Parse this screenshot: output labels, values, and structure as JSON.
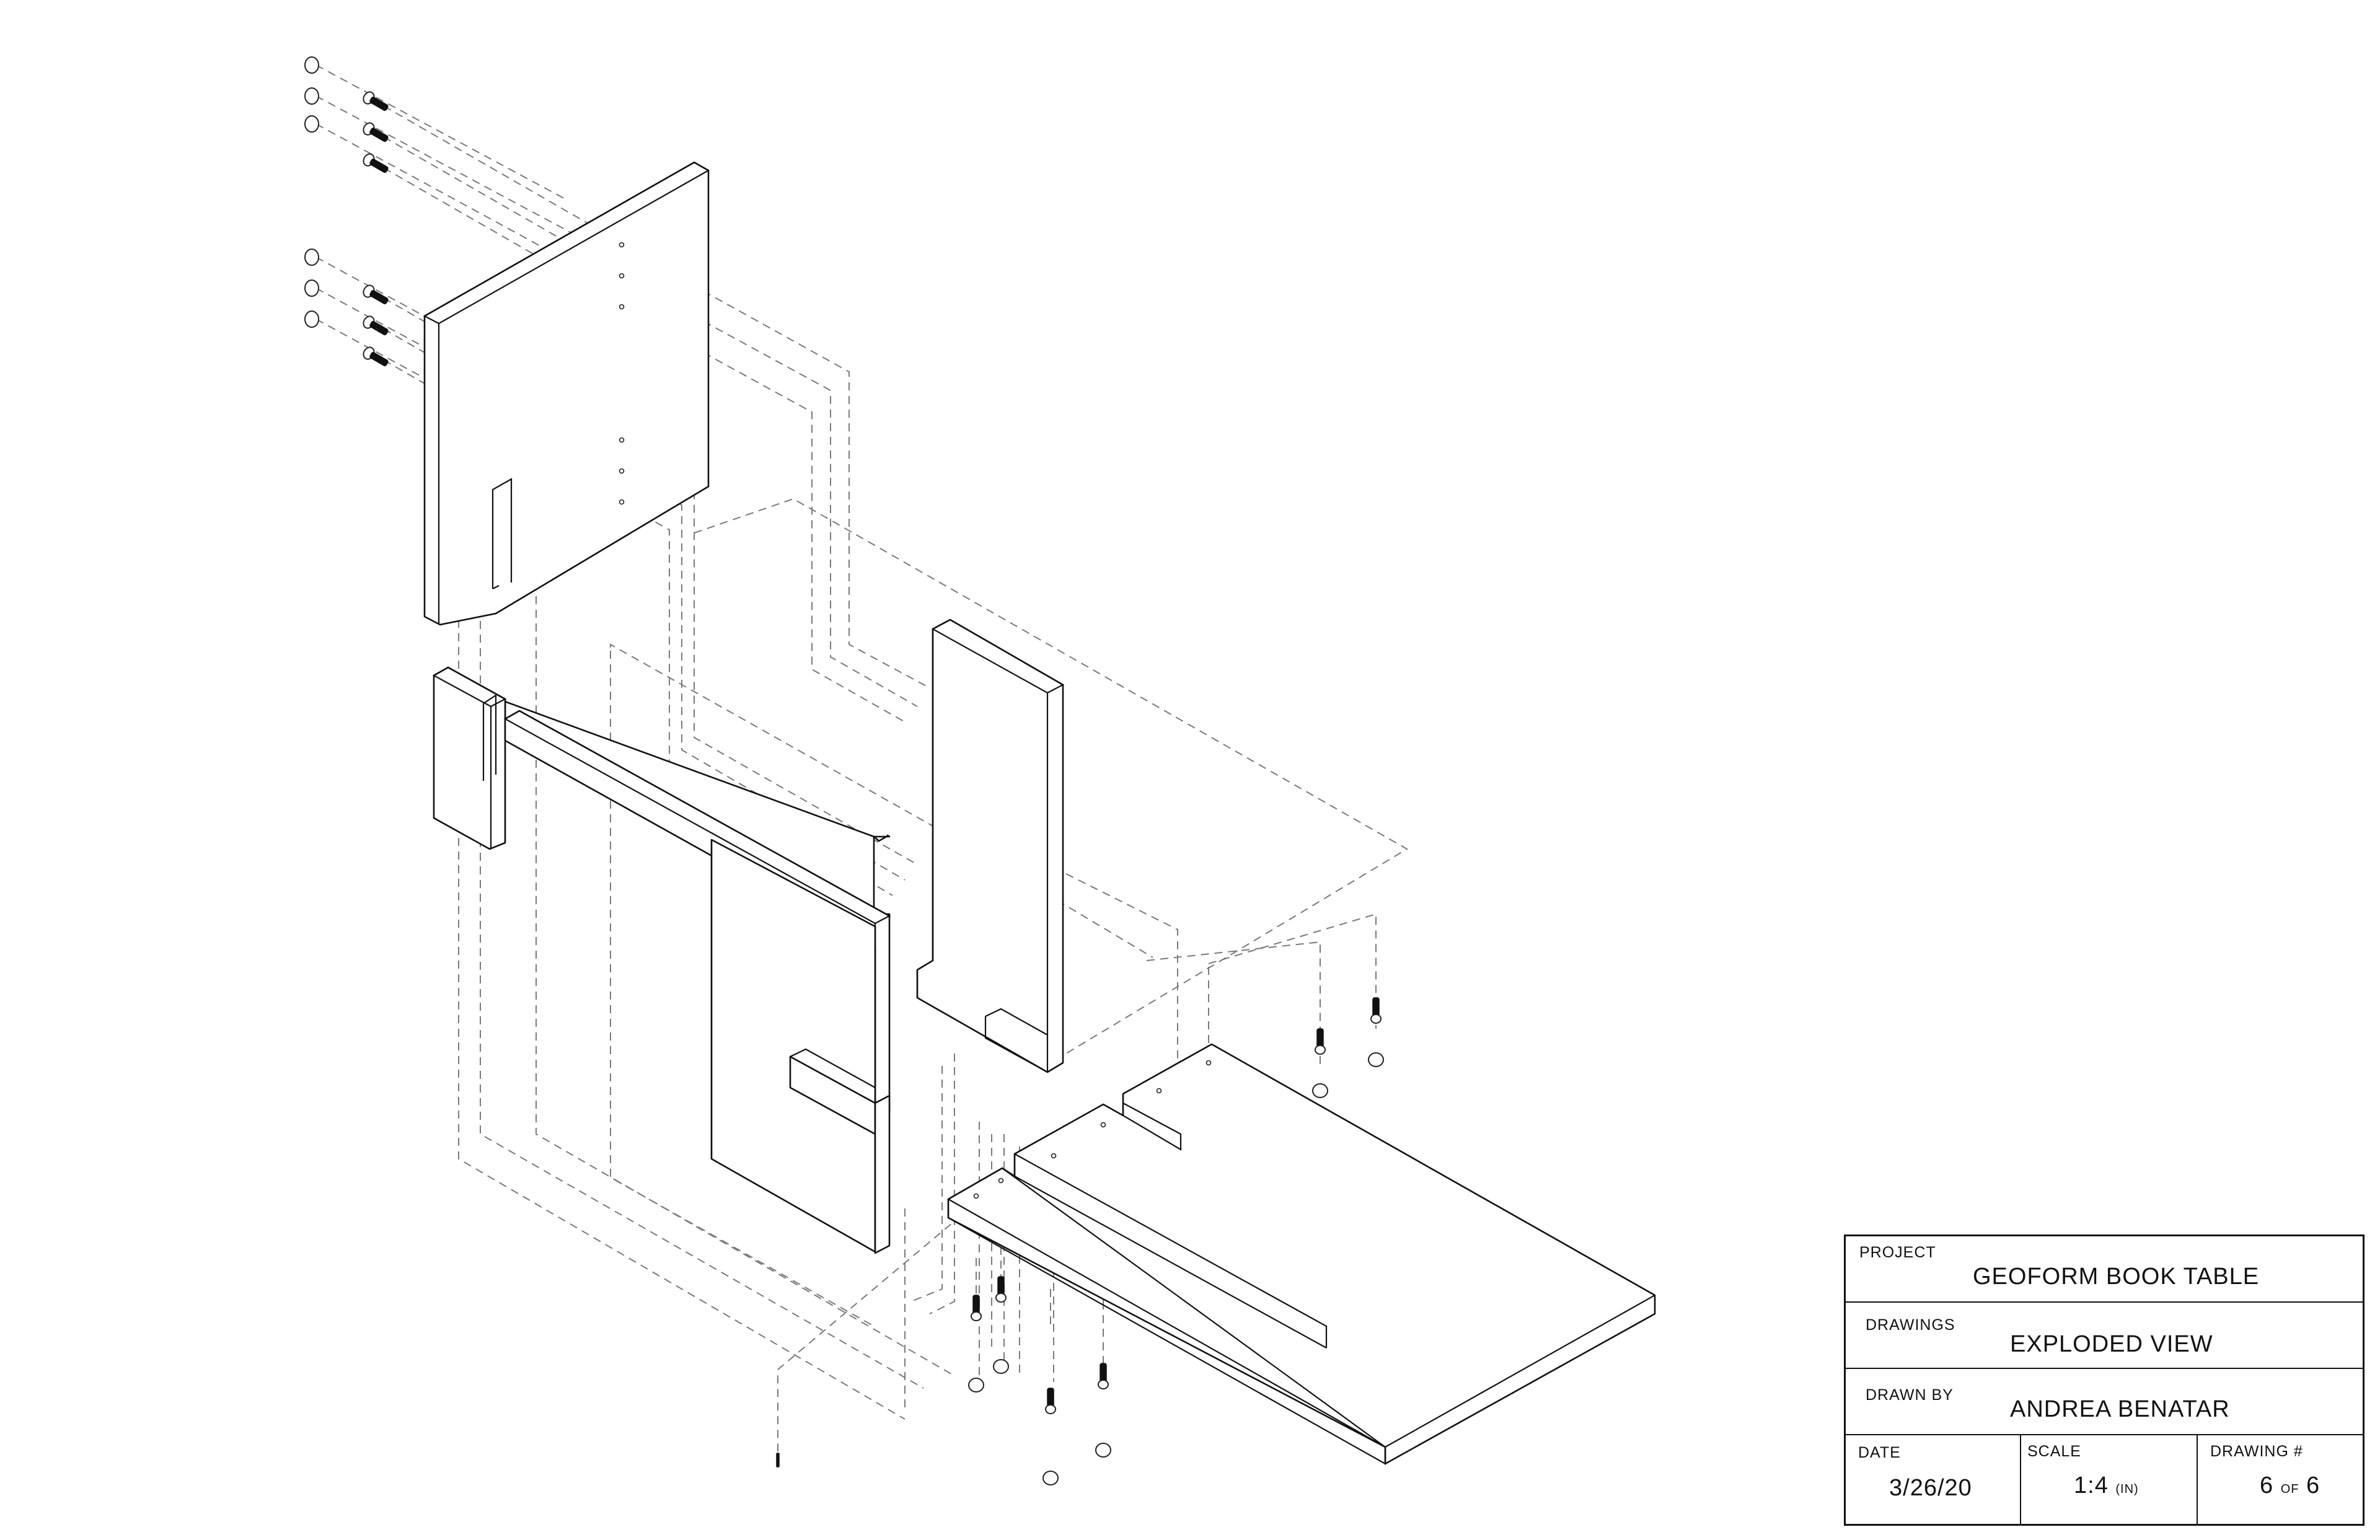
{
  "title_block": {
    "project_label": "PROJECT",
    "project_value": "GEOFORM BOOK TABLE",
    "drawings_label": "DRAWINGS",
    "drawings_value": "EXPLODED VIEW",
    "drawn_by_label": "DRAWN BY",
    "drawn_by_value": "ANDREA BENATAR",
    "date_label": "DATE",
    "date_value": "3/26/20",
    "scale_label": "SCALE",
    "scale_value": "1:4",
    "scale_unit": "(IN)",
    "drawing_no_label": "DRAWING #",
    "drawing_no_value": "6",
    "drawing_no_of": "OF",
    "drawing_no_total": "6"
  }
}
